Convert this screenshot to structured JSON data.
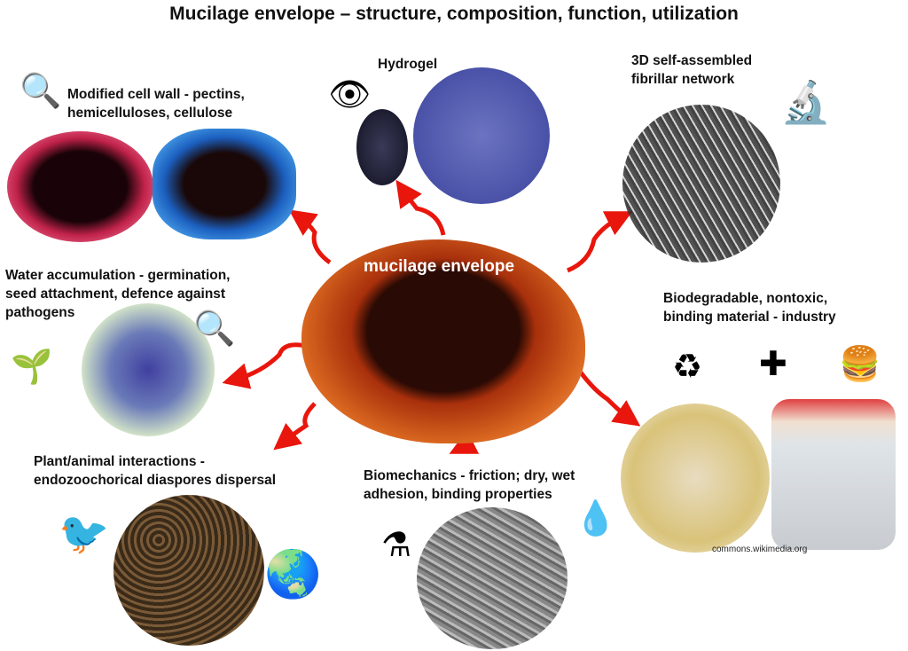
{
  "title": "Mucilage envelope – structure, composition, function, utilization",
  "center_label": "mucilage envelope",
  "labels": {
    "cell_wall": [
      "Modified cell wall - pectins,",
      "hemicelluloses, cellulose"
    ],
    "hydrogel": "Hydrogel",
    "fibrillar": [
      "3D self-assembled",
      "fibrillar network"
    ],
    "water": [
      "Water accumulation - germination,",
      "seed attachment, defence against",
      "pathogens"
    ],
    "biodegradable": [
      "Biodegradable, nontoxic,",
      "binding material - industry"
    ],
    "plant_animal": [
      "Plant/animal interactions -",
      "endozoochorical diaspores dispersal"
    ],
    "biomechanics": [
      "Biomechanics - friction; dry, wet",
      "adhesion, binding properties"
    ]
  },
  "credit": "commons.wikimedia.org",
  "colors": {
    "arrow": "#e8160c",
    "seed_red": "#c8360e"
  }
}
